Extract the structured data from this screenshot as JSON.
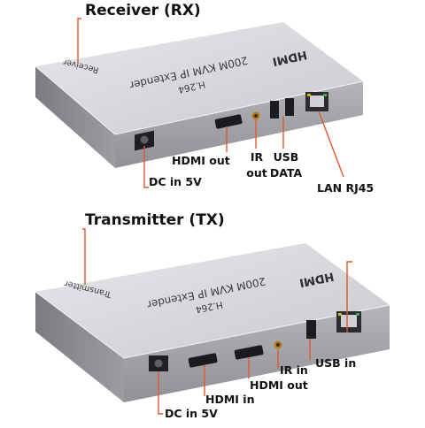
{
  "receiver": {
    "title": "Receiver (RX)",
    "case_print": "Receiver",
    "top_line1": "200M KVM IP Extender",
    "top_line2": "H.264",
    "logo": "HDMI",
    "port_labels": {
      "hdmi_out": "HDMI out",
      "ir_out_line1": "IR",
      "ir_out_line2": "out",
      "usb_data_line1": "USB",
      "usb_data_line2": "DATA",
      "dc_in": "DC in 5V",
      "lan": "LAN RJ45"
    }
  },
  "transmitter": {
    "title": "Transmitter (TX)",
    "case_print": "Transmitter",
    "top_line1": "200M KVM IP Extender",
    "top_line2": "H.264",
    "logo": "HDMI",
    "port_labels": {
      "usb_in": "USB in",
      "ir_in": "IR in",
      "hdmi_out": "HDMI out",
      "hdmi_in": "HDMI in",
      "dc_in": "DC in 5V"
    }
  },
  "colors": {
    "leader_line": "#e4572e",
    "case_top": "#d9dbdf",
    "case_front": "#a5a7ac",
    "case_side": "#85878c"
  }
}
